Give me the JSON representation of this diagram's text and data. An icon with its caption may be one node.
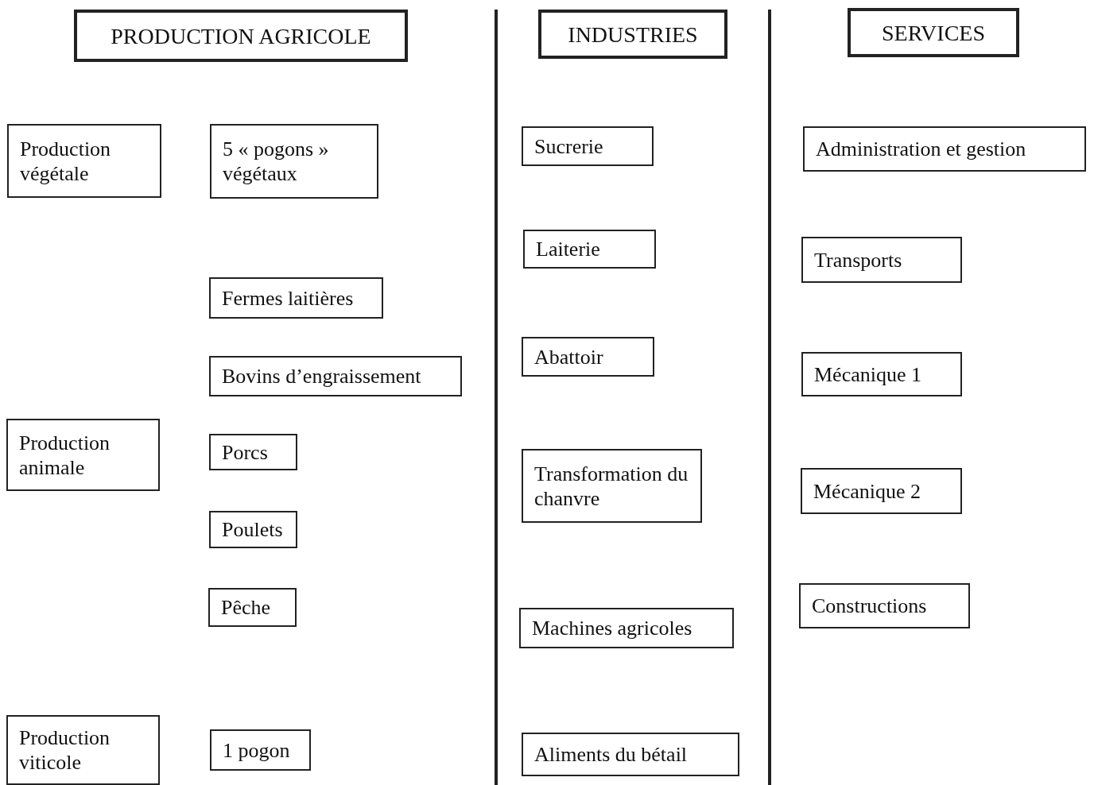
{
  "diagram": {
    "nodes": [
      {
        "text": [
          "PRODUCTION AGRICOLE"
        ]
      },
      {
        "text": [
          "INDUSTRIES"
        ]
      },
      {
        "text": [
          "SERVICES"
        ]
      },
      {
        "text": [
          "Production végétale"
        ]
      },
      {
        "text": [
          "5 « pogons » végétaux"
        ]
      },
      {
        "text": [
          "Sucrerie"
        ]
      },
      {
        "text": [
          "Administration et gestion"
        ]
      },
      {
        "text": [
          "Laiterie"
        ]
      },
      {
        "text": [
          "Transports"
        ]
      },
      {
        "text": [
          "Fermes laitières"
        ]
      },
      {
        "text": [
          "Abattoir"
        ]
      },
      {
        "text": [
          "Mécanique 1"
        ]
      },
      {
        "text": [
          "Bovins d’engraissement"
        ]
      },
      {
        "text": [
          "Production animale"
        ]
      },
      {
        "text": [
          "Porcs"
        ]
      },
      {
        "text": [
          "Transformation du chanvre"
        ]
      },
      {
        "text": [
          "Mécanique 2"
        ]
      },
      {
        "text": [
          "Poulets"
        ]
      },
      {
        "text": [
          "Constructions"
        ]
      },
      {
        "text": [
          "Pêche"
        ]
      },
      {
        "text": [
          "Machines agricoles"
        ]
      },
      {
        "text": [
          "Production viticole"
        ]
      },
      {
        "text": [
          "1 pogon"
        ]
      },
      {
        "text": [
          "Aliments du bétail"
        ]
      }
    ]
  }
}
